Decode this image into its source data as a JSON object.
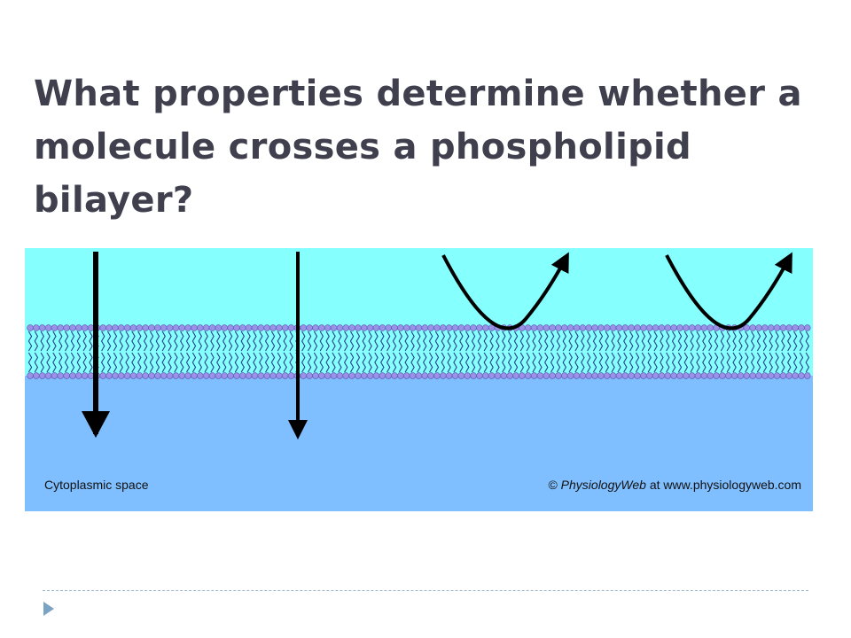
{
  "slide": {
    "title": "What properties determine whether a molecule crosses a phospholipid bilayer?"
  },
  "figure": {
    "cytoplasm_label": "Cytoplasmic space",
    "credit_symbol": "©",
    "credit_brand": "PhysiologyWeb",
    "credit_rest": "at www.physiologyweb.com",
    "colors": {
      "extracellular": "#86ffff",
      "cytoplasm": "#80bfff",
      "lipid_head": "#9b92e8",
      "lipid_tail": "#2b3f86",
      "arrow": "#000000"
    },
    "arrows": [
      {
        "name": "crosses-thick",
        "style": "passes through membrane"
      },
      {
        "name": "crosses-thin",
        "style": "passes through membrane"
      },
      {
        "name": "reflected-1",
        "style": "bounces off membrane"
      },
      {
        "name": "reflected-2",
        "style": "bounces off membrane"
      }
    ]
  },
  "footer": {
    "bullet_icon": "triangle-bullet-icon",
    "accent": "#7aa3c4"
  }
}
